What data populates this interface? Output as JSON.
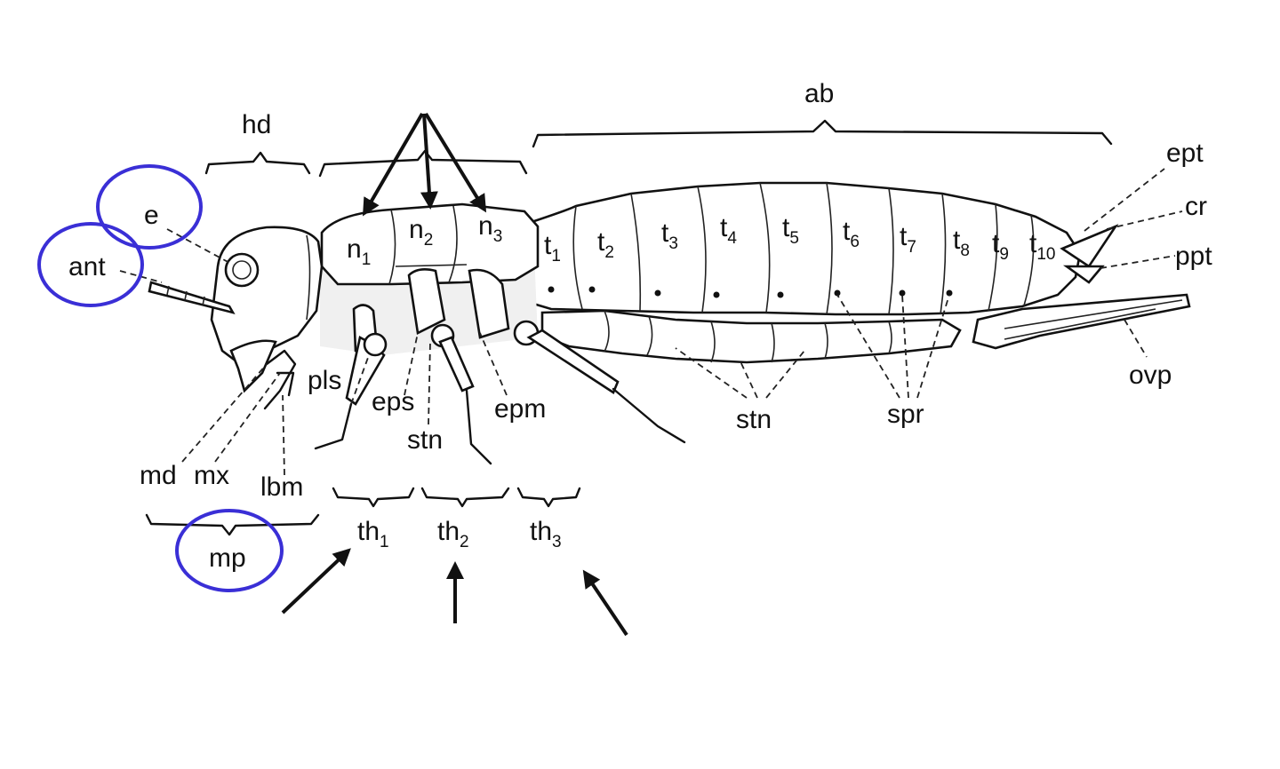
{
  "colors": {
    "highlight_circle": "#3a2fd6",
    "ink": "#111111"
  },
  "labels": {
    "hd": "hd",
    "ab": "ab",
    "e": "e",
    "ant": "ant",
    "n1": "n",
    "n1_sub": "1",
    "n2": "n",
    "n2_sub": "2",
    "n3": "n",
    "n3_sub": "3",
    "t1": "t",
    "t1_sub": "1",
    "t2": "t",
    "t2_sub": "2",
    "t3": "t",
    "t3_sub": "3",
    "t4": "t",
    "t4_sub": "4",
    "t5": "t",
    "t5_sub": "5",
    "t6": "t",
    "t6_sub": "6",
    "t7": "t",
    "t7_sub": "7",
    "t8": "t",
    "t8_sub": "8",
    "t9": "t",
    "t9_sub": "9",
    "t10": "t",
    "t10_sub": "10",
    "ept": "ept",
    "cr": "cr",
    "ppt": "ppt",
    "ovp": "ovp",
    "pls": "pls",
    "eps": "eps",
    "stn_thorax": "stn",
    "epm": "epm",
    "stn_abdomen": "stn",
    "spr": "spr",
    "md": "md",
    "mx": "mx",
    "lbm": "lbm",
    "mp": "mp",
    "th1": "th",
    "th1_sub": "1",
    "th2": "th",
    "th2_sub": "2",
    "th3": "th",
    "th3_sub": "3"
  }
}
